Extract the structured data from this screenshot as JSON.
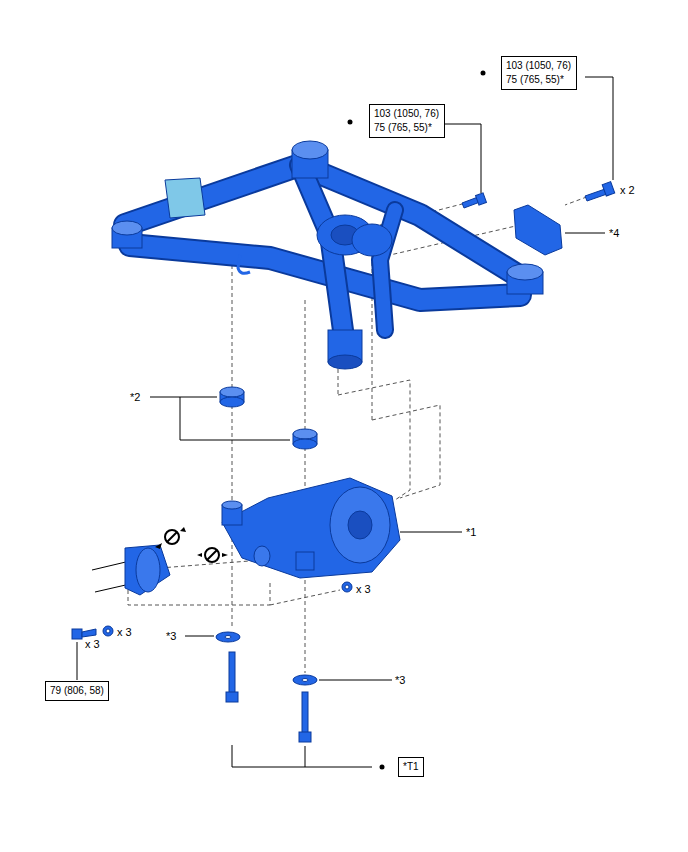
{
  "diagram": {
    "nodes": [
      {
        "text": [
          "103 (1050, 76)",
          "75 (765, 55)*"
        ]
      },
      {
        "text": [
          "103 (1050, 76)",
          "75 (765, 55)*"
        ]
      },
      {
        "text": [
          "79 (806, 58)"
        ]
      },
      {
        "text": [
          "*T1"
        ]
      }
    ],
    "labels": [
      "x 2",
      "*4",
      "*2",
      "*1",
      "x 3",
      "x 3",
      "*3",
      "x 3",
      "*3"
    ]
  }
}
